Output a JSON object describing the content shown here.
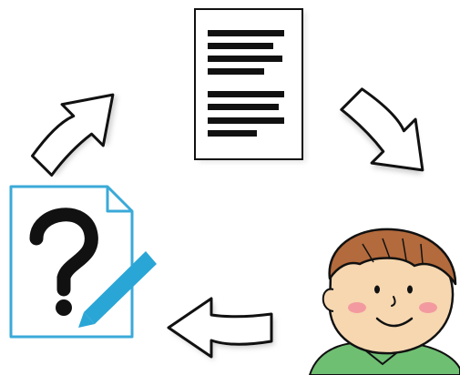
{
  "diagram": {
    "kind": "cycle",
    "nodes": [
      {
        "id": "document",
        "icon": "document-icon"
      },
      {
        "id": "person",
        "icon": "person-icon"
      },
      {
        "id": "question-form",
        "icon": "question-edit-icon"
      }
    ],
    "edges": [
      {
        "from": "document",
        "to": "person",
        "icon": "arrow-icon"
      },
      {
        "from": "person",
        "to": "question-form",
        "icon": "arrow-icon"
      },
      {
        "from": "question-form",
        "to": "document",
        "icon": "arrow-icon"
      }
    ],
    "colors": {
      "outline": "#111111",
      "paper": "#ffffff",
      "text_lines": "#111111",
      "form_border": "#3aaad8",
      "pencil": "#2aa6d6",
      "skin": "#f6d7b0",
      "hair": "#b36a3c",
      "blush": "#f39aa0",
      "shirt": "#6fbf73"
    }
  }
}
